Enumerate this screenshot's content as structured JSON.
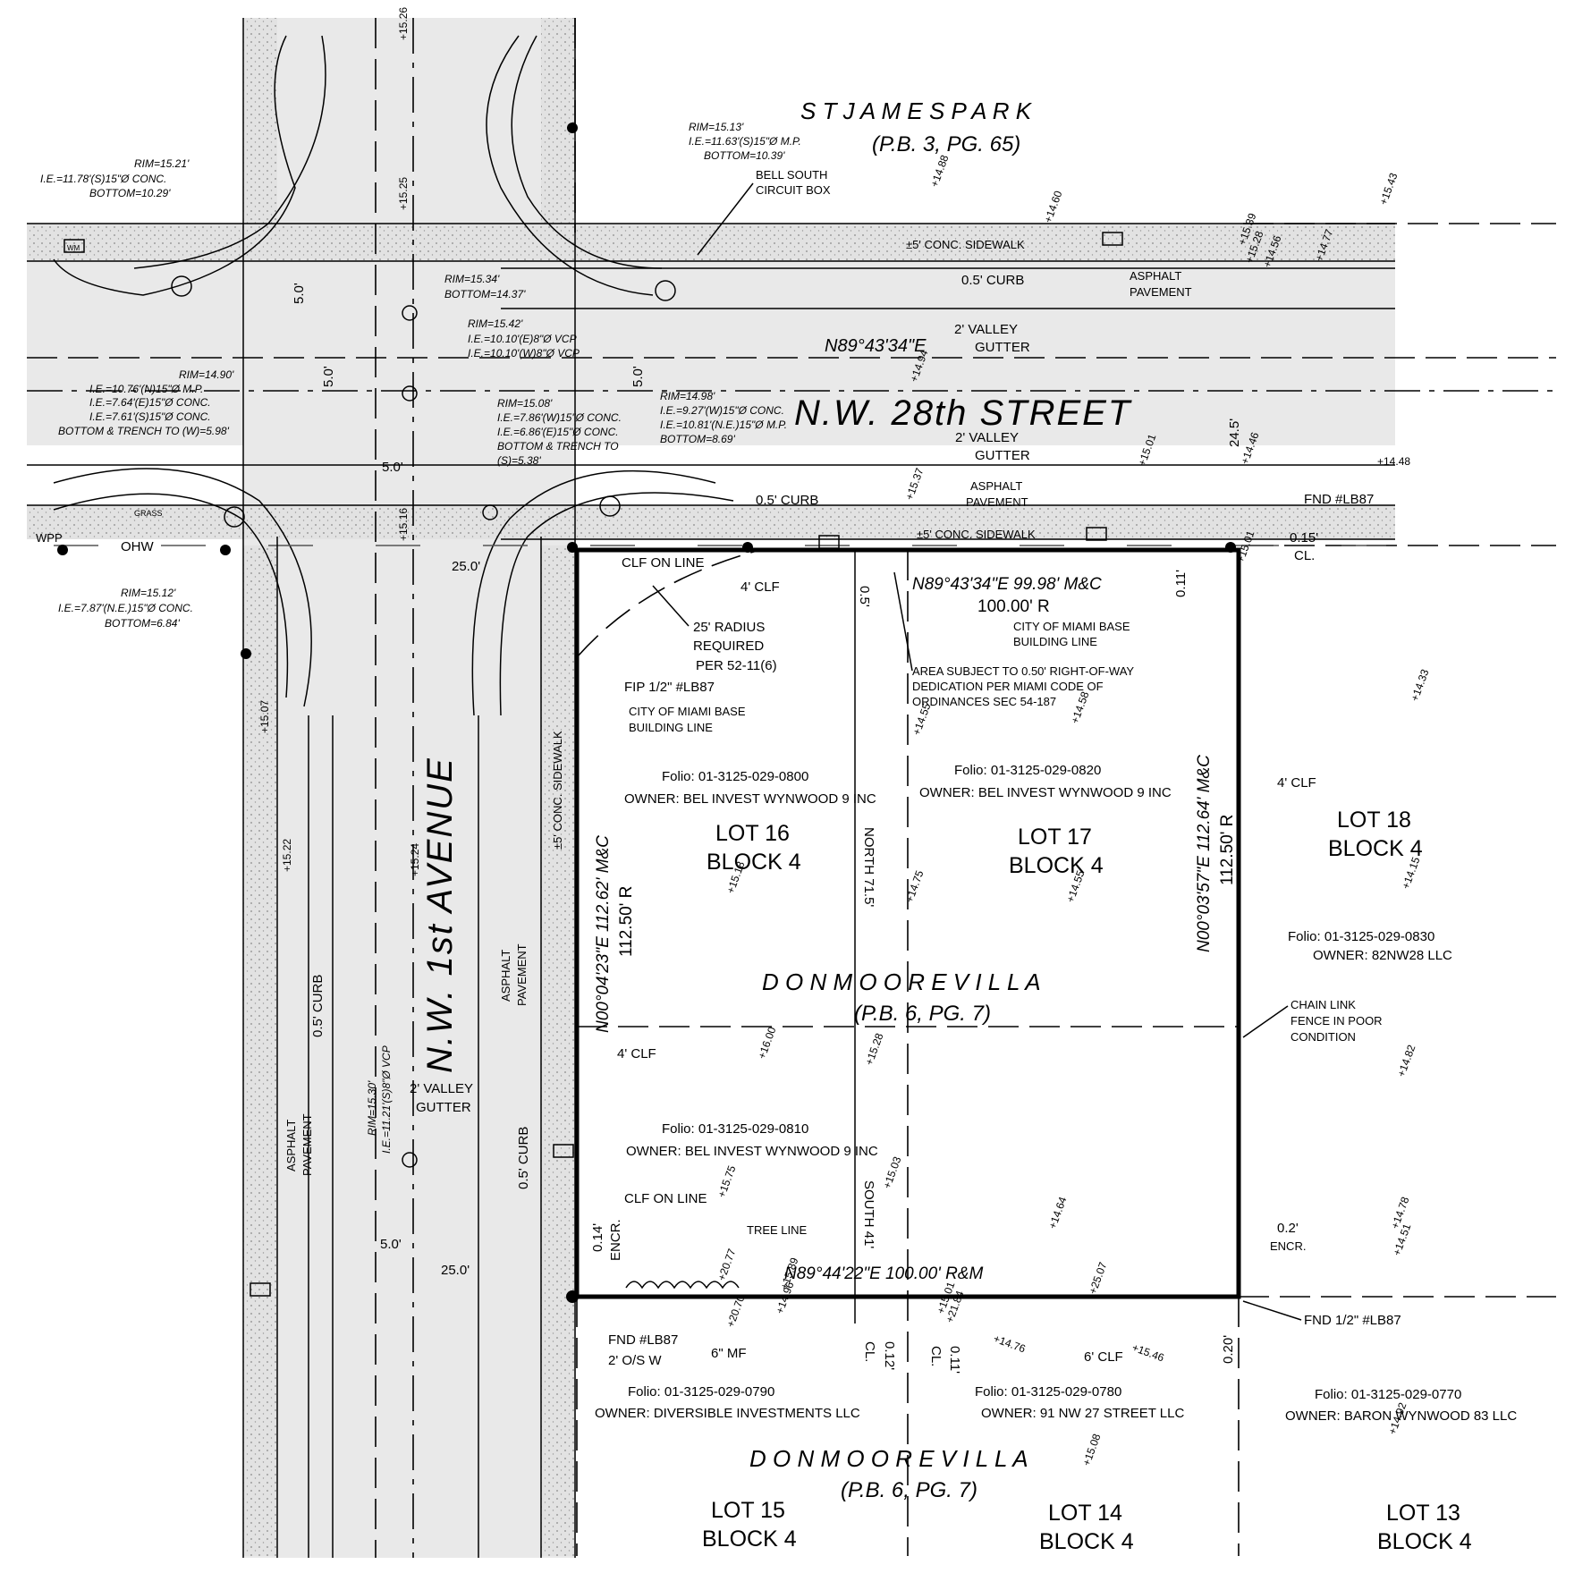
{
  "subdivisions": {
    "st_james_park": {
      "name": "S T   J A M E S   P A R K",
      "ref": "(P.B. 3, PG. 65)"
    },
    "donmoore_villa_center": {
      "name": "D O N M O O R E   V I L L A",
      "ref": "(P.B. 6, PG. 7)"
    },
    "donmoore_villa_south": {
      "name": "D O N M O O R E   V I L L A",
      "ref": "(P.B. 6, PG. 7)"
    }
  },
  "streets": {
    "nw_28th": "N.W.  28th  STREET",
    "nw_1st_ave": "N.W.  1st  AVENUE"
  },
  "lots": {
    "lot16": {
      "lot": "LOT 16",
      "block": "BLOCK 4"
    },
    "lot17": {
      "lot": "LOT 17",
      "block": "BLOCK 4"
    },
    "lot18": {
      "lot": "LOT 18",
      "block": "BLOCK 4"
    },
    "lot15": {
      "lot": "LOT 15",
      "block": "BLOCK 4"
    },
    "lot14": {
      "lot": "LOT 14",
      "block": "BLOCK 4"
    },
    "lot13": {
      "lot": "LOT 13",
      "block": "BLOCK 4"
    }
  },
  "folios": {
    "f0800": {
      "folio": "Folio: 01-3125-029-0800",
      "owner": "OWNER: BEL INVEST WYNWOOD 9 INC"
    },
    "f0820": {
      "folio": "Folio: 01-3125-029-0820",
      "owner": "OWNER: BEL INVEST WYNWOOD 9 INC"
    },
    "f0810": {
      "folio": "Folio: 01-3125-029-0810",
      "owner": "OWNER: BEL INVEST WYNWOOD 9 INC"
    },
    "f0830": {
      "folio": "Folio: 01-3125-029-0830",
      "owner": "OWNER: 82NW28 LLC"
    },
    "f0790": {
      "folio": "Folio: 01-3125-029-0790",
      "owner": "OWNER: DIVERSIBLE INVESTMENTS LLC"
    },
    "f0780": {
      "folio": "Folio: 01-3125-029-0780",
      "owner": "OWNER: 91 NW 27 STREET LLC"
    },
    "f0770": {
      "folio": "Folio: 01-3125-029-0770",
      "owner": "OWNER: BARON WYNWOOD 83 LLC"
    }
  },
  "bearings": {
    "north": "N89°43'34\"E 99.98' M&C",
    "north_r": "100.00' R",
    "south": "N89°44'22\"E 100.00' R&M",
    "west": "N00°04'23\"E 112.62' M&C",
    "west_r": "112.50' R",
    "east": "N00°03'57\"E 112.64' M&C",
    "east_r": "112.50' R",
    "street_cl": "N89°43'34\"E",
    "north_71": "NORTH 71.5'",
    "south_41": "SOUTH 41'"
  },
  "notes": {
    "clf_on_line_top": "CLF ON LINE",
    "radius": "25' RADIUS",
    "required": "REQUIRED",
    "per": "PER 52-11(6)",
    "fip": "FIP 1/2\" #LB87",
    "building_line_w1": "CITY OF MIAMI BASE",
    "building_line_w2": "BUILDING LINE",
    "building_line_n1": "CITY OF MIAMI BASE",
    "building_line_n2": "BUILDING LINE",
    "area1": "AREA SUBJECT TO 0.50' RIGHT-OF-WAY",
    "area2": "DEDICATION PER MIAMI CODE OF",
    "area3": "ORDINANCES SEC 54-187",
    "clf4_n": "4' CLF",
    "clf4_e": "4' CLF",
    "clf4_w": "4' CLF",
    "fnd_ne": "FND #LB87",
    "fnd_se": "FND 1/2\" #LB87",
    "fnd_sw": "FND #LB87",
    "os_w": "2' O/S W",
    "chain1": "CHAIN LINK",
    "chain2": "FENCE IN POOR",
    "chain3": "CONDITION",
    "clf_on_line_bottom": "CLF ON LINE",
    "tree_line": "TREE LINE",
    "mf6": "6\" MF",
    "clf6": "6' CLF",
    "encr_02": "0.2'",
    "encr_label": "ENCR.",
    "cl_015": "0.15'",
    "cl_label": "CL.",
    "bell1": "BELL SOUTH",
    "bell2": "CIRCUIT BOX",
    "sidewalk_n": "±5' CONC. SIDEWALK",
    "sidewalk_s": "±5' CONC. SIDEWALK",
    "sidewalk_w": "±5' CONC. SIDEWALK",
    "curb_n": "0.5' CURB",
    "curb_s": "0.5' CURB",
    "curb_w": "0.5' CURB",
    "curb_e": "0.5' CURB",
    "asphalt_n1": "ASPHALT",
    "asphalt_n2": "PAVEMENT",
    "asphalt_s1": "ASPHALT",
    "asphalt_s2": "PAVEMENT",
    "asphalt_w1": "ASPHALT",
    "asphalt_w2": "PAVEMENT",
    "asphalt_e1": "ASPHALT",
    "asphalt_e2": "PAVEMENT",
    "valley_n1": "2' VALLEY",
    "valley_n2": "GUTTER",
    "valley_s1": "2' VALLEY",
    "valley_s2": "GUTTER",
    "valley_w1": "2' VALLEY",
    "valley_w2": "GUTTER",
    "grass": "GRASS",
    "ohw": "OHW",
    "wpp": "WPP",
    "wm": "WM",
    "d245": "24.5'",
    "d250_top": "25.0'",
    "d250_bot": "25.0'",
    "d50_a": "5.0'",
    "d50_b": "5.0'",
    "d50_c": "5.0'",
    "d50_d": "5.0'",
    "d50_e": "5.0'",
    "d05": "0.5'",
    "d011": "0.11'",
    "d014": "0.14'",
    "d012": "0.12'",
    "d011b": "0.11'",
    "d020": "0.20'",
    "encr_s": "ENCR.",
    "cl_a": "CL.",
    "cl_b": "CL."
  },
  "structures": [
    {
      "l1": "RIM=15.21'",
      "l2": "I.E.=11.78'(S)15\"Ø CONC.",
      "l3": "BOTTOM=10.29'"
    },
    {
      "l1": "RIM=15.34'",
      "l2": "BOTTOM=14.37'"
    },
    {
      "l1": "RIM=15.42'",
      "l2": "I.E.=10.10'(E)8\"Ø VCP",
      "l3": "I.E.=10.10'(W)8\"Ø VCP"
    },
    {
      "l1": "RIM=15.13'",
      "l2": "I.E.=11.63'(S)15\"Ø M.P.",
      "l3": "BOTTOM=10.39'"
    },
    {
      "l1": "RIM=14.90'",
      "l2": "I.E.=10.76'(N)15\"Ø M.P.",
      "l3": "I.E.=7.64'(E)15\"Ø CONC.",
      "l4": "I.E.=7.61'(S)15\"Ø CONC.",
      "l5": "BOTTOM & TRENCH TO (W)=5.98'"
    },
    {
      "l1": "RIM=15.08'",
      "l2": "I.E.=7.86'(W)15\"Ø CONC.",
      "l3": "I.E.=6.86'(E)15\"Ø CONC.",
      "l4": "BOTTOM & TRENCH TO",
      "l5": "(S)=5.38'"
    },
    {
      "l1": "RIM=14.98'",
      "l2": "I.E.=9.27'(W)15\"Ø CONC.",
      "l3": "I.E.=10.81'(N.E.)15\"Ø M.P.",
      "l4": "BOTTOM=8.69'"
    },
    {
      "l1": "RIM=15.12'",
      "l2": "I.E.=7.87'(N.E.)15\"Ø CONC.",
      "l3": "BOTTOM=6.84'"
    },
    {
      "l1": "RIM=15.30'",
      "l2": "I.E.=11.21'(S)8\"Ø VCP"
    }
  ],
  "elevations": [
    "15.26",
    "15.25",
    "15.16",
    "15.18",
    "14.75",
    "14.55",
    "14.58",
    "14.55",
    "14.33",
    "14.15",
    "14.82",
    "14.51",
    "14.64",
    "14.78",
    "14.92",
    "15.28",
    "15.03",
    "15.07",
    "16.00",
    "15.24",
    "15.22",
    "15.08",
    "14.94",
    "15.01",
    "14.46",
    "14.48",
    "15.01",
    "15.37",
    "15.75",
    "20.77",
    "15.89",
    "20.70",
    "14.96",
    "14.76",
    "15.46",
    "21.84",
    "25.07",
    "15.01",
    "14.88",
    "14.60",
    "15.43",
    "15.39",
    "15.28",
    "14.77",
    "14.56"
  ]
}
